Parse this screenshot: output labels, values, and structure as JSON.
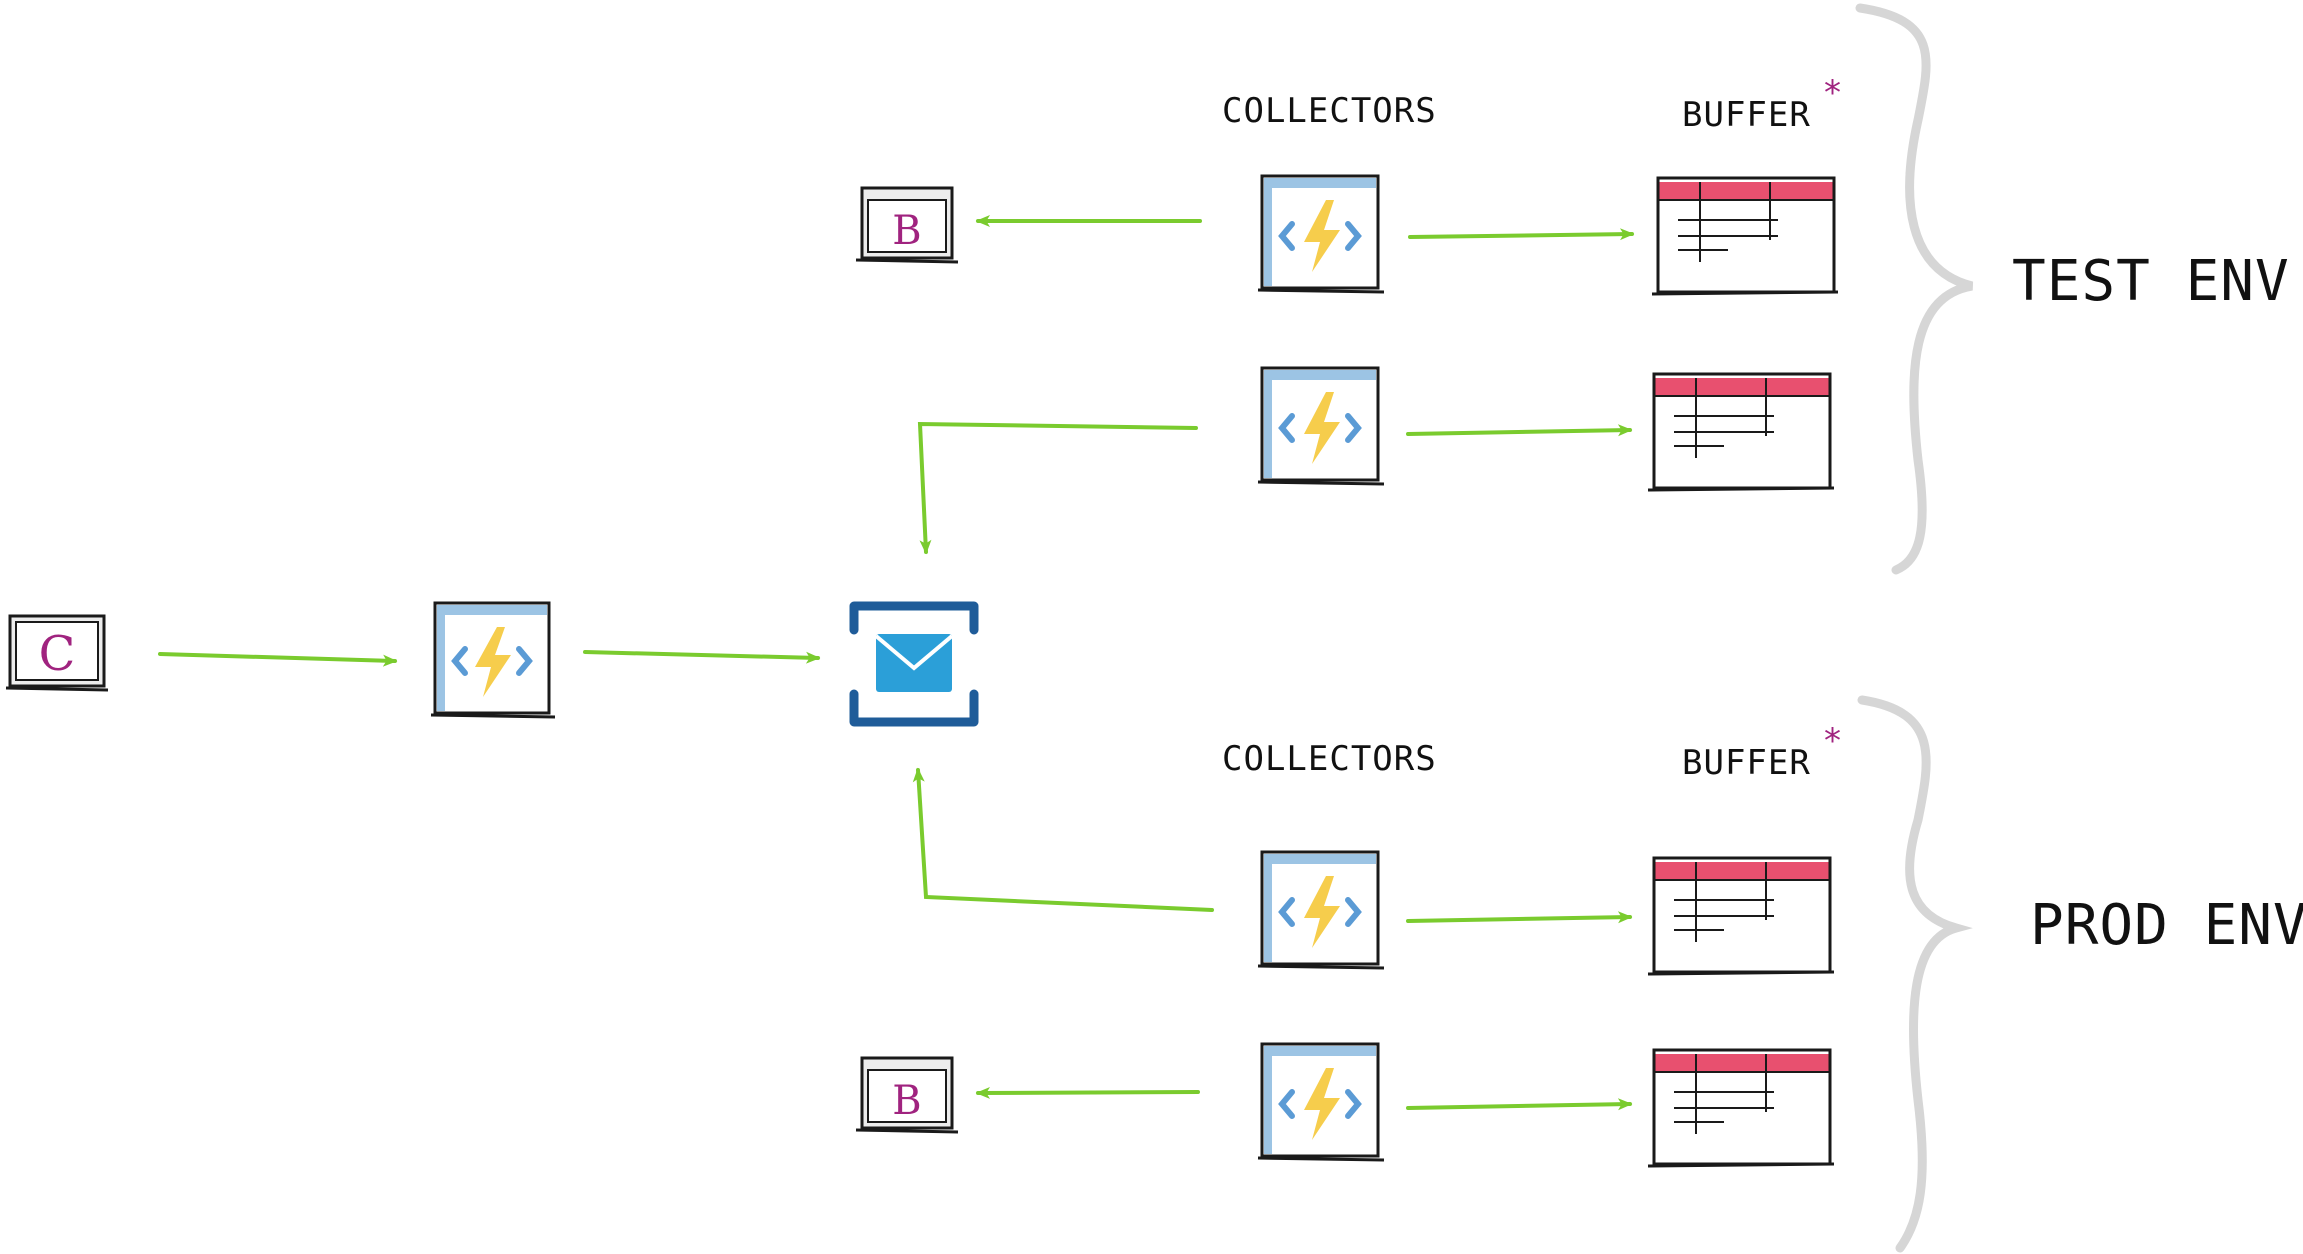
{
  "colors": {
    "arrow": "#7acb2e",
    "outline": "#1a1a1a",
    "frame_blue": "#5b9bd5",
    "bolt": "#f6cd4c",
    "bracket": "#5b9bd5",
    "table_header": "#e8506f",
    "letter": "#a0237f",
    "asterisk": "#a0237f",
    "envelope": "#2b9fd8",
    "queue_bracket": "#1f5c99",
    "curly_brace": "#d6d6d6"
  },
  "icons": {
    "client": "client-box-icon",
    "function": "function-app-icon",
    "queue": "queue-envelope-icon",
    "table": "table-storage-icon",
    "backend": "backend-box-icon"
  },
  "labels": {
    "client_letter": "C",
    "backend_letter": "B",
    "test_collectors": "COLLECTORS",
    "test_buffer": "BUFFER",
    "prod_collectors": "COLLECTORS",
    "prod_buffer": "BUFFER",
    "asterisk": "*",
    "test_env": "TEST ENV.",
    "prod_env": "PROD ENV."
  }
}
